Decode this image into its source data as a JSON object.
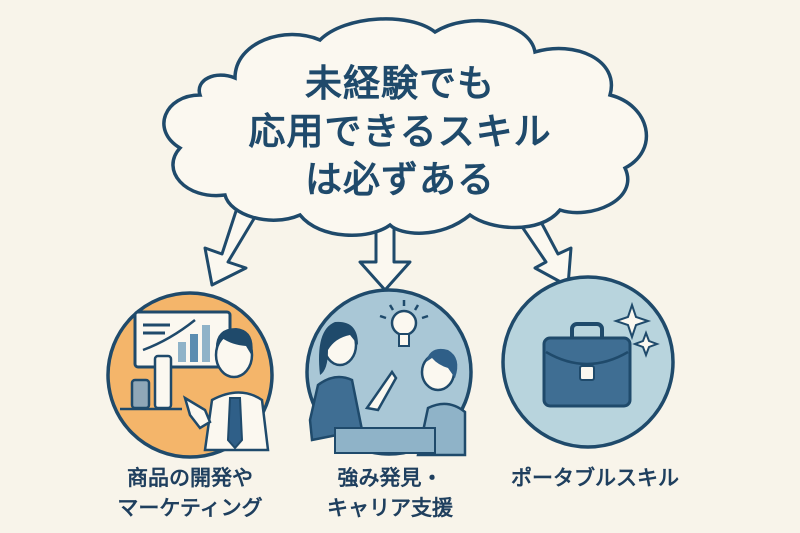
{
  "cloud": {
    "lines": [
      "未経験でも",
      "応用できるスキル",
      "は必ずある"
    ]
  },
  "items": [
    {
      "label_lines": [
        "商品の開発や",
        "マーケティング"
      ],
      "icon": "presentation-person-icon",
      "bg": "#f4b56a"
    },
    {
      "label_lines": [
        "強み発見・",
        "キャリア支援"
      ],
      "icon": "counseling-lightbulb-icon",
      "bg": "#a9c7d6"
    },
    {
      "label_lines": [
        "ポータブルスキル"
      ],
      "icon": "briefcase-sparkle-icon",
      "bg": "#b8d4dd"
    }
  ],
  "colors": {
    "stroke": "#1f4a6b",
    "background": "#f8f4ea",
    "accent_orange": "#f4b56a",
    "accent_blue": "#a9c7d6"
  }
}
